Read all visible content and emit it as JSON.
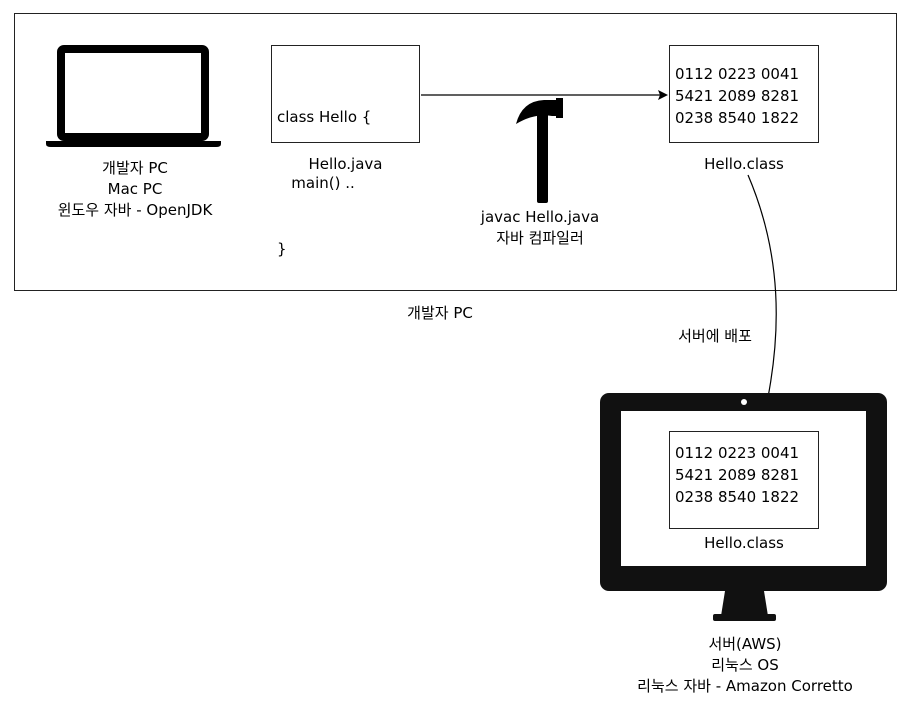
{
  "dev_pc": {
    "laptop_caption": [
      "개발자 PC",
      "Mac PC",
      "윈도우 자바 - OpenJDK"
    ],
    "source_code": [
      "class Hello {",
      "   main() ..",
      "}"
    ],
    "source_filename": "Hello.java",
    "compiler_caption": [
      "javac Hello.java",
      "자바 컴파일러"
    ],
    "bytecode": [
      "0112 0223 0041",
      "5421  2089 8281",
      "0238 8540 1822"
    ],
    "class_filename": "Hello.class",
    "box_label": "개발자 PC"
  },
  "deploy_label": "서버에 배포",
  "server": {
    "bytecode": [
      "0112 0223 0041",
      "5421  2089 8281",
      "0238 8540 1822"
    ],
    "class_filename": "Hello.class",
    "caption": [
      "서버(AWS)",
      "리눅스 OS",
      "리눅스 자바 - Amazon Corretto"
    ]
  },
  "colors": {
    "line": "#000000",
    "border": "#222222",
    "monitor": "#111111"
  },
  "icons": [
    "laptop-icon",
    "hammer-icon",
    "monitor-icon"
  ]
}
